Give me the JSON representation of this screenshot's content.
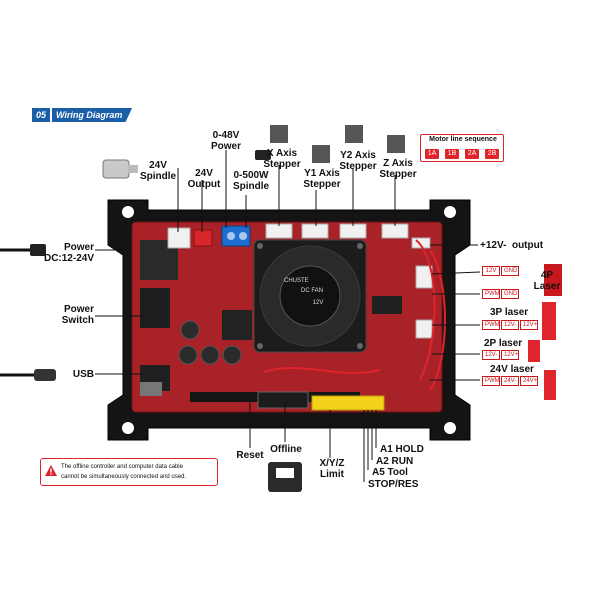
{
  "header": {
    "number": "05",
    "title": "Wiring Diagram",
    "accent": "#1a5ea8"
  },
  "motor_sequence": {
    "title": "Motor line sequence",
    "pins": [
      "1A",
      "1B",
      "2A",
      "2B"
    ],
    "accent": "#e0242b"
  },
  "top_labels": {
    "spindle_24v": "24V\nSpindle",
    "output_24v": "24V\nOutput",
    "power_0_48v": "0-48V\nPower",
    "spindle_0_500w": "0-500W\nSpindle",
    "x_stepper": "X Axis\nStepper",
    "y1_stepper": "Y1 Axis\nStepper",
    "y2_stepper": "Y2 Axis\nStepper",
    "z_stepper": "Z Axis\nStepper"
  },
  "left_labels": {
    "power": "Power\nDC:12-24V",
    "power_switch": "Power\nSwitch",
    "usb": "USB"
  },
  "right_labels": {
    "output_12v": "+12V-  output",
    "laser_4p": "4P\nLaser",
    "laser_3p": "3P laser",
    "laser_2p": "2P laser",
    "laser_24v": "24V laser",
    "pins_4p_row1": [
      "12V",
      "GND"
    ],
    "pins_4p_row2": [
      "PWM",
      "GND"
    ],
    "pins_3p": [
      "PWM",
      "12V-",
      "12V+"
    ],
    "pins_2p": [
      "12V-",
      "12V+"
    ],
    "pins_24v": [
      "PWM",
      "24V-",
      "24V+"
    ]
  },
  "bottom_labels": {
    "reset": "Reset",
    "offline": "Offline",
    "limit": "X/Y/Z\nLimit",
    "a1": "A1 HOLD",
    "a2": "A2 RUN",
    "a5": "A5 Tool",
    "stop": "STOP/RES"
  },
  "fan": {
    "brand": "CHUSTE",
    "model": "DC FAN",
    "voltage": "12V"
  },
  "warning": {
    "icon": "warning-triangle-icon",
    "text": "The offline controller and computer data cable\ncannot be simultaneously connected and used."
  },
  "colors": {
    "board": "#1a1a1a",
    "pcb": "#b3262c",
    "label_red": "#c9171e",
    "connector_white": "#f0f0f0",
    "connector_yellow": "#f2d21b"
  }
}
